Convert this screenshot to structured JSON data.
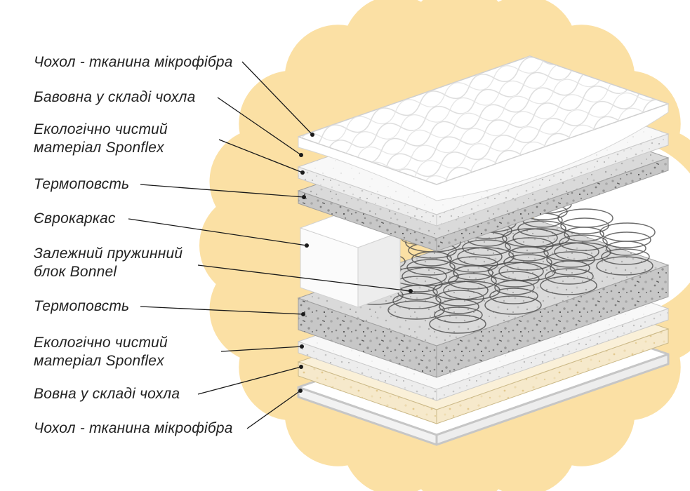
{
  "labels": [
    {
      "text": "Чохол - тканина мікрофібра"
    },
    {
      "text": "Бавовна у складі чохла"
    },
    {
      "text": "Екологічно чистий\nматеріал Sponflex"
    },
    {
      "text": "Термоповсть"
    },
    {
      "text": "Єврокаркас"
    },
    {
      "text": "Залежний пружинний\nблок Bonnel"
    },
    {
      "text": "Термоповсть"
    },
    {
      "text": "Екологічно чистий\nматеріал Sponflex"
    },
    {
      "text": "Вовна у складі чохла"
    },
    {
      "text": "Чохол - тканина мікрофібра"
    }
  ],
  "colors": {
    "flower": "#fbe0a4",
    "moon": "#ffffff",
    "leader_line": "#1a1a1a",
    "label_text": "#222222"
  }
}
